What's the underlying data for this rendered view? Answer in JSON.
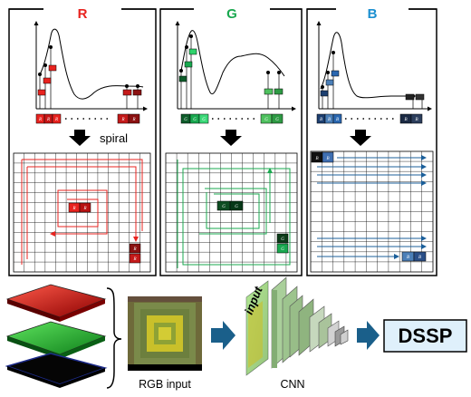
{
  "panels": {
    "r": {
      "title": "R",
      "color": "#e8231f",
      "sequence": {
        "first": [
          "R",
          "R",
          "R"
        ],
        "last": [
          "R",
          "R"
        ]
      },
      "grid_label": "spiral",
      "grid_cells": [
        "R",
        "R",
        "R",
        "R"
      ]
    },
    "g": {
      "title": "G",
      "color": "#19a84f",
      "sequence": {
        "first": [
          "G",
          "G",
          "G"
        ],
        "last": [
          "G",
          "G"
        ]
      },
      "grid_cells": [
        "G",
        "G",
        "G",
        "G"
      ]
    },
    "b": {
      "title": "B",
      "color": "#1b8fd0",
      "sequence": {
        "first": [
          "B",
          "B",
          "B"
        ],
        "last": [
          "B",
          "B"
        ]
      },
      "grid_cells": [
        "B",
        "B",
        "B",
        "B"
      ]
    }
  },
  "bottom": {
    "rgb_input_label": "RGB input",
    "input_label": "input",
    "cnn_label": "CNN",
    "output_label": "DSSP"
  },
  "colors": {
    "red": "#e8231f",
    "green": "#19a84f",
    "blue": "#1b8fd0",
    "arrow_blue": "#1a5f8a",
    "dssp_fill": "#dff0fb"
  }
}
